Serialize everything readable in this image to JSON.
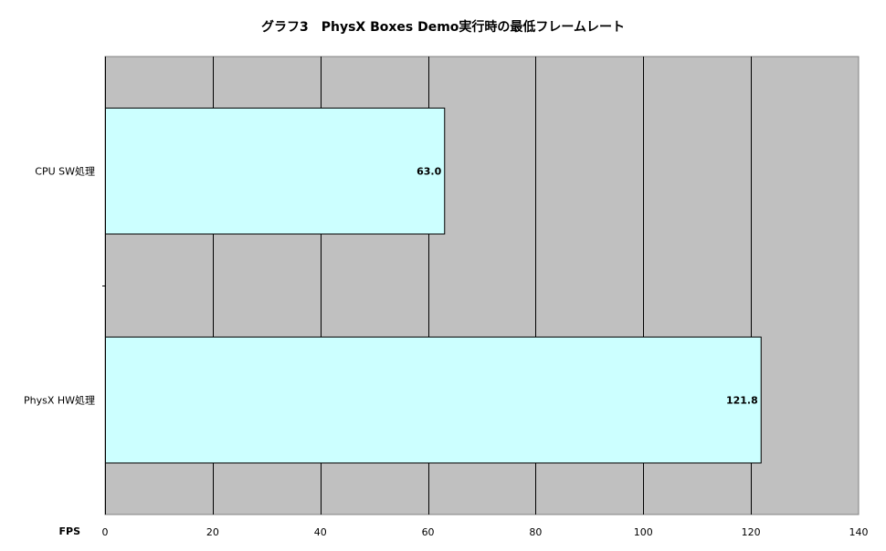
{
  "chart_data": {
    "type": "bar",
    "orientation": "horizontal",
    "title": "グラフ3　PhysX Boxes Demo実行時の最低フレームレート",
    "xlabel": "FPS",
    "ylabel": "",
    "categories": [
      "CPU SW処理",
      "PhysX HW処理"
    ],
    "values": [
      63.0,
      121.8
    ],
    "value_labels": [
      "63.0",
      "121.8"
    ],
    "xlim": [
      0,
      140
    ],
    "xticks": [
      0,
      20,
      40,
      60,
      80,
      100,
      120,
      140
    ],
    "xtick_labels": [
      "0",
      "20",
      "40",
      "60",
      "80",
      "100",
      "120",
      "140"
    ],
    "grid": true,
    "legend": "none",
    "colors": {
      "plot_background": "#c0c0c0",
      "bar_fill": "#ccffff",
      "bar_stroke": "#000000",
      "gridline": "#000000"
    }
  }
}
